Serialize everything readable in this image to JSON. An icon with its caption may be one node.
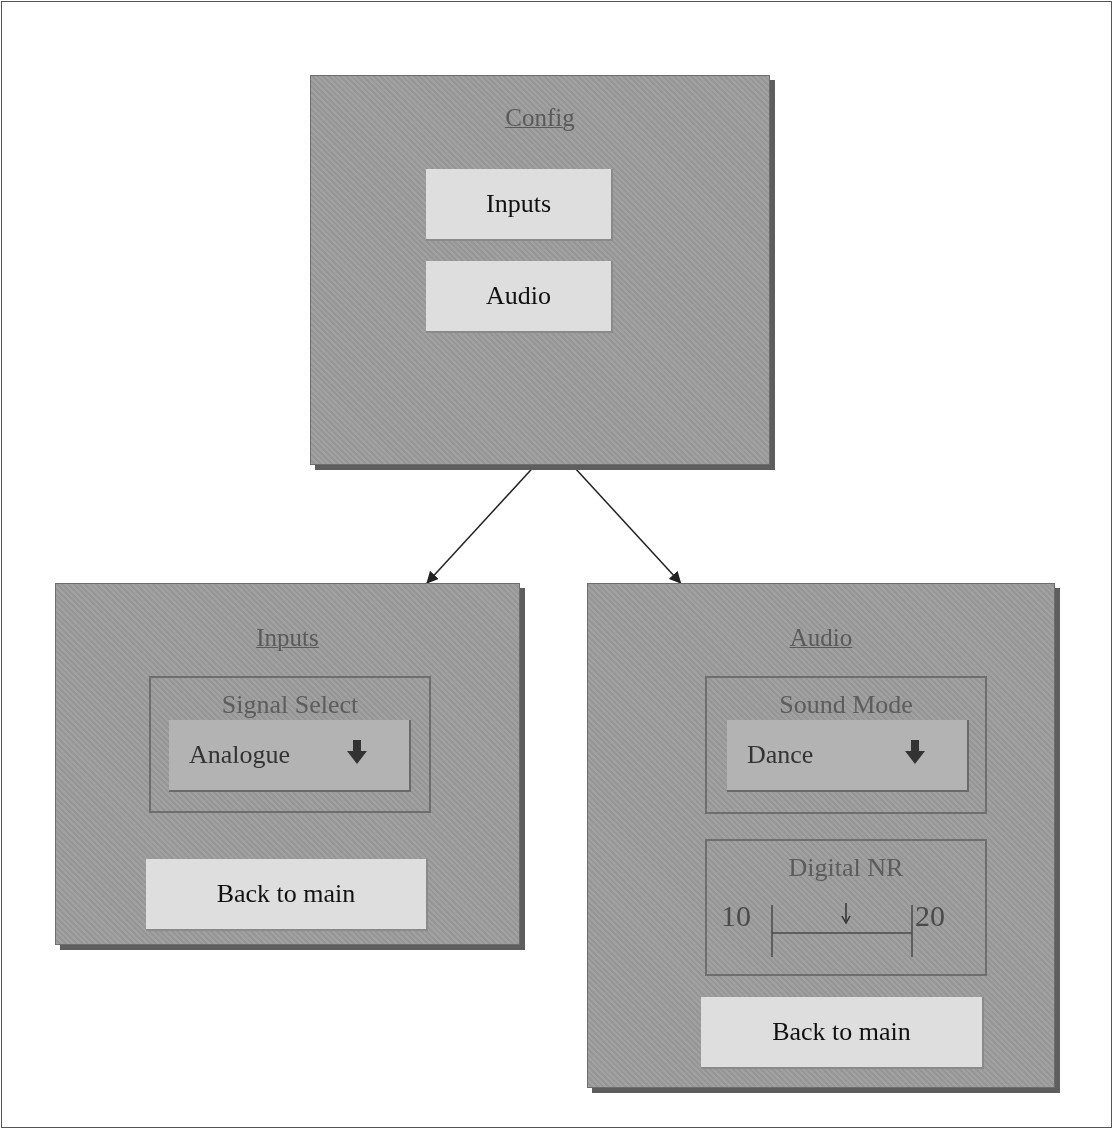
{
  "diagram": {
    "nodes": [
      {
        "text": [
          "Config"
        ]
      },
      {
        "text": [
          "Inputs"
        ],
        "in": 0
      },
      {
        "text": [
          "Audio"
        ],
        "in": 0
      },
      {
        "text": [
          "Inputs"
        ]
      },
      {
        "text": [
          "Signal Select"
        ],
        "in": 3
      },
      {
        "text": [
          "Analogue"
        ],
        "in": 4
      },
      {
        "text": [
          "Back to main"
        ],
        "in": 3
      },
      {
        "text": [
          "Audio"
        ]
      },
      {
        "text": [
          "Sound Mode"
        ],
        "in": 7
      },
      {
        "text": [
          "Dance"
        ],
        "in": 8
      },
      {
        "text": [
          "Digital NR",
          "10",
          "20"
        ],
        "in": 7
      },
      {
        "text": [
          "Back to main"
        ],
        "in": 7
      }
    ],
    "edges": [
      {
        "from": 0,
        "to": 3,
        "arrow": "to"
      },
      {
        "from": 0,
        "to": 7,
        "arrow": "to"
      }
    ]
  }
}
